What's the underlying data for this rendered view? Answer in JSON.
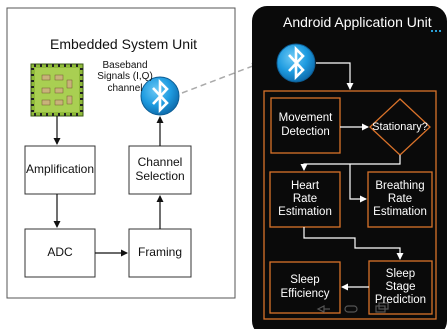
{
  "embedded": {
    "title": "Embedded System Unit",
    "chip_caption": "Baseband\nSignals (I,Q)\nchannel",
    "blocks": {
      "amplification": "Amplification",
      "adc": "ADC",
      "framing": "Framing",
      "channel_selection": "Channel\nSelection"
    }
  },
  "android": {
    "title": "Android Application Unit",
    "blocks": {
      "movement_detection": "Movement\nDetection",
      "stationary": "Stationary?",
      "heart_rate": "Heart\nRate\nEstimation",
      "breathing_rate": "Breathing\nRate\nEstimation",
      "sleep_efficiency": "Sleep\nEfficiency",
      "sleep_stage": "Sleep\nStage\nPrediction"
    }
  },
  "colors": {
    "accent": "#d9722a",
    "bluetooth": "#1e9be0",
    "phone": "#0a0a0a",
    "chip": "#8fba3a"
  },
  "icons": [
    "bluetooth-icon",
    "chip-icon",
    "back-icon",
    "home-icon",
    "recents-icon"
  ]
}
